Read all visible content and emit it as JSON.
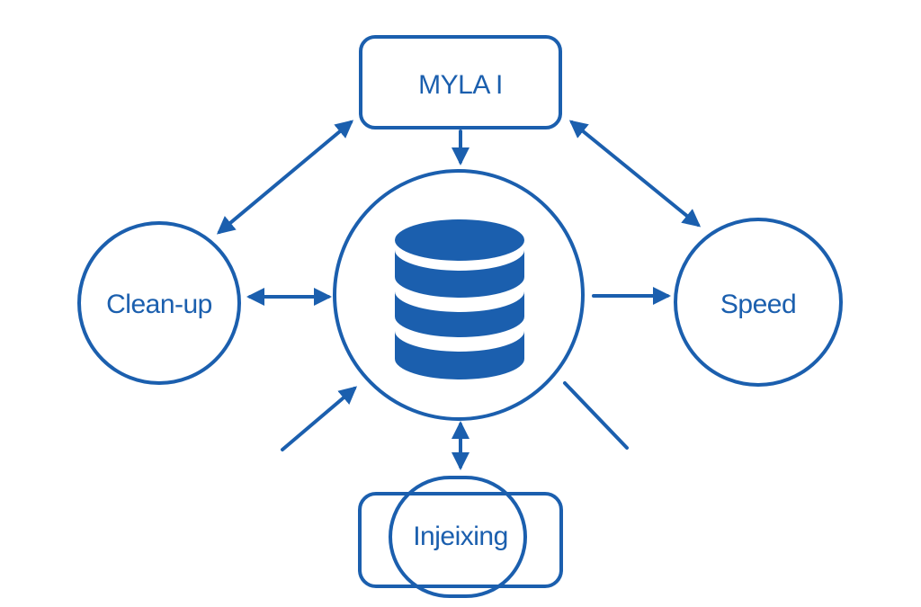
{
  "colors": {
    "primary": "#1b5fae",
    "background": "#ffffff"
  },
  "nodes": {
    "top": {
      "label": "MYLA I"
    },
    "left": {
      "label": "Clean-up"
    },
    "right": {
      "label": "Speed"
    },
    "bottom": {
      "label": "Injeixing"
    },
    "center": {
      "icon": "database-icon"
    }
  },
  "edges": [
    {
      "from": "top",
      "to": "center",
      "direction": "forward"
    },
    {
      "from": "top",
      "to": "left",
      "direction": "both"
    },
    {
      "from": "top",
      "to": "right",
      "direction": "both"
    },
    {
      "from": "left",
      "to": "center",
      "direction": "both"
    },
    {
      "from": "center",
      "to": "right",
      "direction": "forward"
    },
    {
      "from": "center",
      "to": "bottom",
      "direction": "both"
    }
  ]
}
